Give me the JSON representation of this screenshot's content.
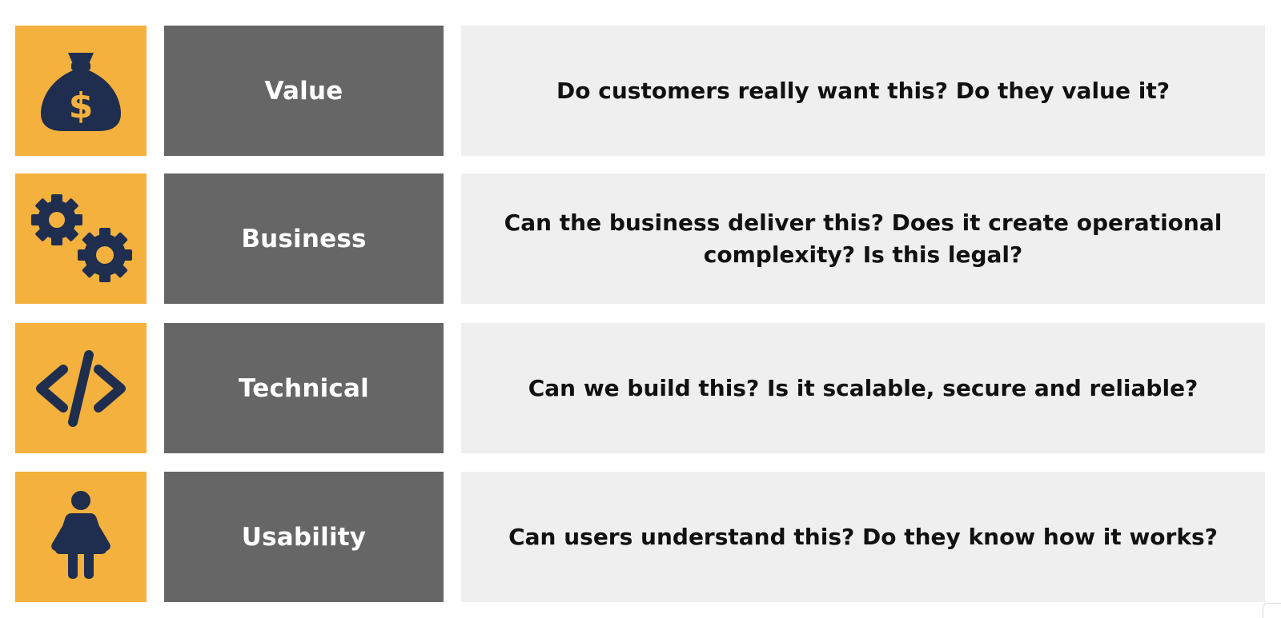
{
  "colors": {
    "icon_bg": "#F4B13E",
    "icon_fg": "#1F2E4E",
    "label_bg": "#666666",
    "label_text": "#FFFFFF",
    "question_bg": "#EFEFEF",
    "question_text": "#111111"
  },
  "rows": [
    {
      "icon": "money-bag-icon",
      "label": "Value",
      "question": "Do customers really want this? Do they value it?"
    },
    {
      "icon": "gears-icon",
      "label": "Business",
      "question": "Can the business deliver this? Does it create operational complexity? Is this legal?"
    },
    {
      "icon": "code-icon",
      "label": "Technical",
      "question": "Can we build this? Is it scalable, secure and reliable?"
    },
    {
      "icon": "user-icon",
      "label": "Usability",
      "question": "Can users understand this? Do they know how it works?"
    }
  ]
}
